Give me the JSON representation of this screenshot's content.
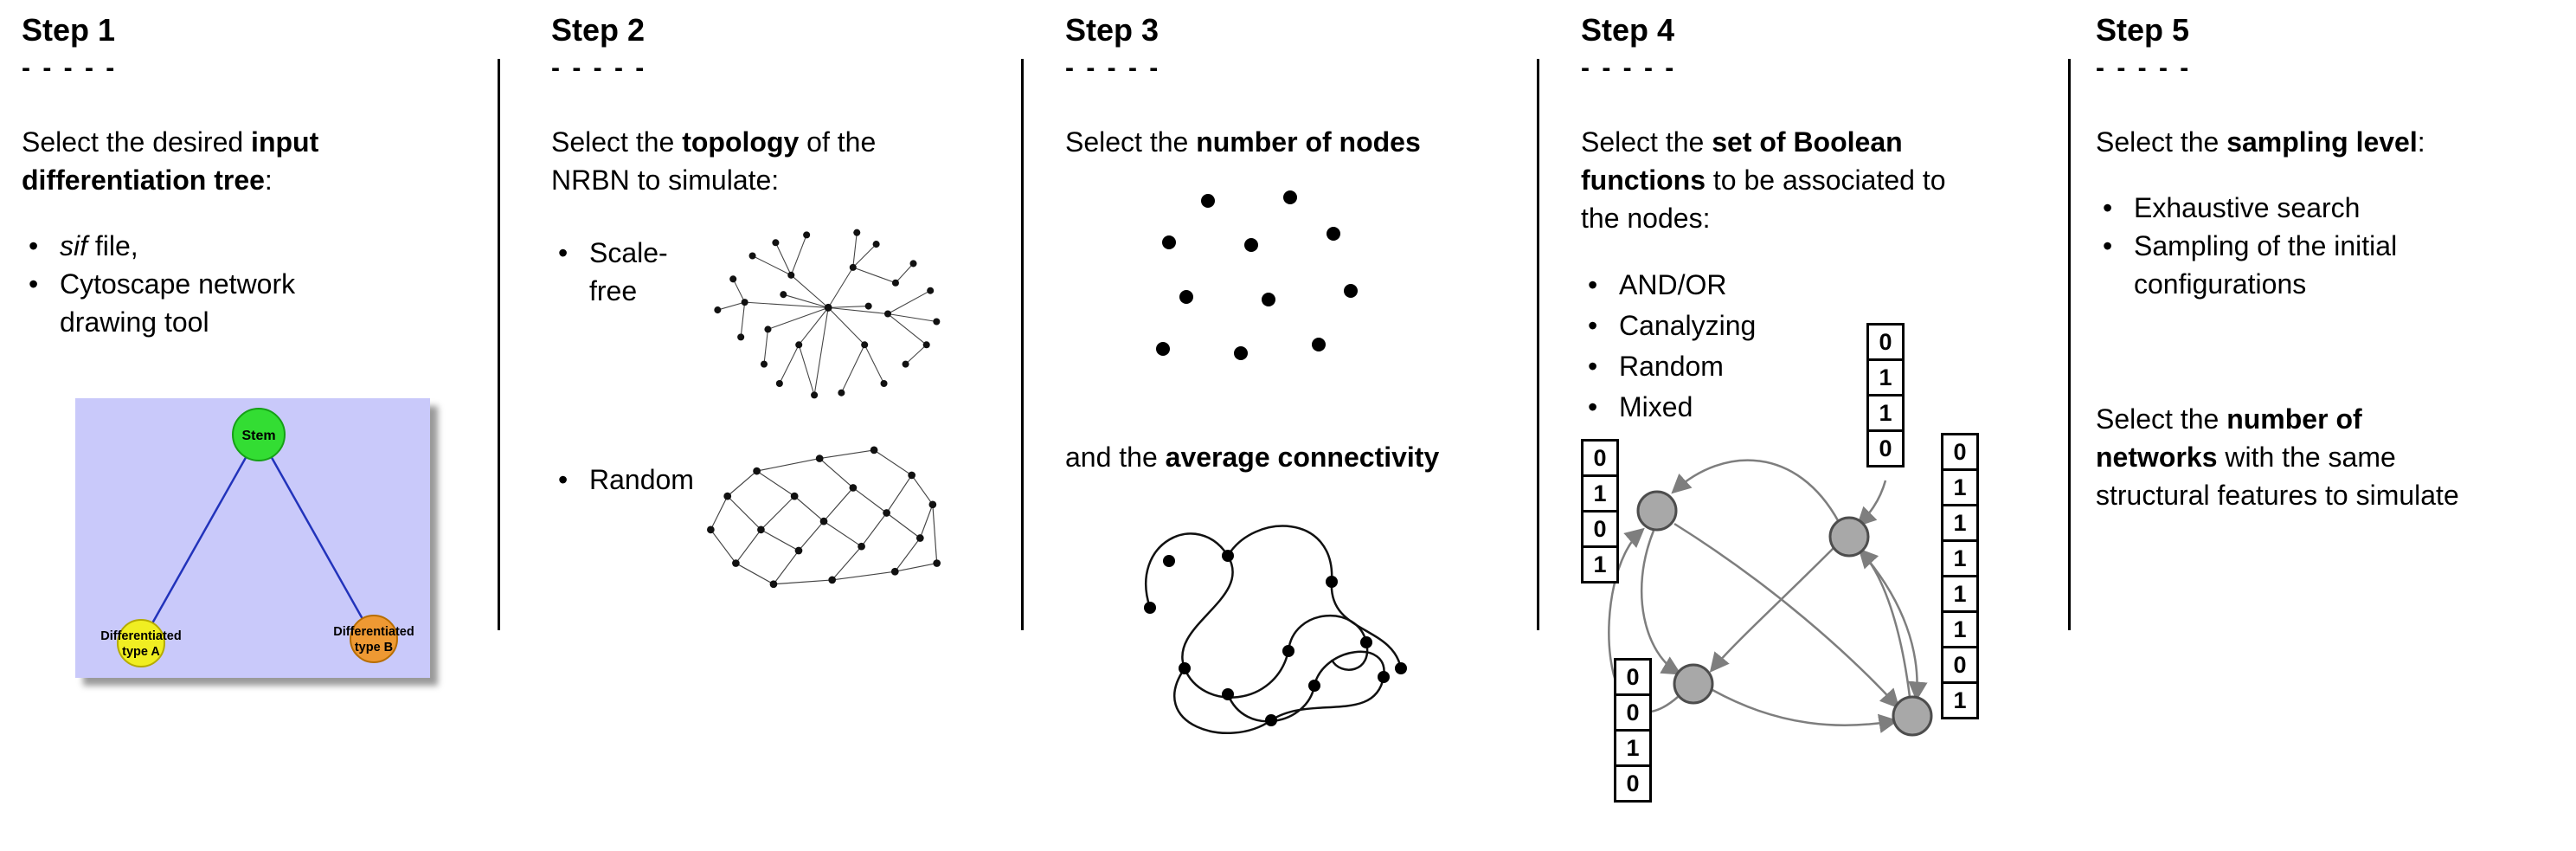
{
  "ui": {
    "bullet": "•"
  },
  "step1": {
    "title": "Step 1",
    "dashes": "- - - - -",
    "intro_pre": "Select the desired ",
    "intro_bold": "input differentiation tree",
    "intro_post": ":",
    "bullet1_italic": "sif",
    "bullet1_rest": " file,",
    "bullet2": "Cytoscape network drawing tool",
    "tree": {
      "root_label": "Stem",
      "left_label_line1": "Differentiated",
      "left_label_line2": "type A",
      "right_label_line1": "Differentiated",
      "right_label_line2": "type B",
      "colors": {
        "panel_bg": "#c9c9fa",
        "edge": "#2233bb",
        "root_fill": "#33dd33",
        "left_fill": "#f0ee22",
        "right_fill": "#ee9933"
      }
    }
  },
  "step2": {
    "title": "Step 2",
    "dashes": "- - - - -",
    "intro_pre": "Select the ",
    "intro_bold": "topology",
    "intro_post": " of the NRBN to simulate:",
    "bullet1": "Scale-free",
    "bullet2": "Random"
  },
  "step3": {
    "title": "Step 3",
    "dashes": "- - - - -",
    "intro_pre": "Select the ",
    "intro_bold": "number of nodes",
    "second_pre": "and the ",
    "second_bold": "average connectivity"
  },
  "step4": {
    "title": "Step 4",
    "dashes": "- - - - -",
    "intro_pre": "Select the ",
    "intro_bold": "set of Boolean functions",
    "intro_post": " to be associated to the nodes:",
    "bullets": [
      "AND/OR",
      "Canalyzing",
      "Random",
      "Mixed"
    ],
    "node_color": "#a8a8a8",
    "tables": {
      "top": {
        "values": [
          0,
          1,
          1,
          0
        ]
      },
      "left": {
        "values": [
          0,
          1,
          0,
          1
        ]
      },
      "bottom_left": {
        "values": [
          0,
          0,
          1,
          0
        ]
      },
      "right": {
        "values": [
          0,
          1,
          1,
          1,
          1,
          1,
          0,
          1
        ]
      }
    }
  },
  "step5": {
    "title": "Step 5",
    "dashes": "- - - - -",
    "intro_pre": "Select the ",
    "intro_bold": "sampling level",
    "intro_post": ":",
    "bullet1": "Exhaustive search",
    "bullet2": "Sampling of the initial configurations",
    "second_pre": "Select the ",
    "second_bold": "number of networks",
    "second_post": " with the same structural features to simulate"
  }
}
